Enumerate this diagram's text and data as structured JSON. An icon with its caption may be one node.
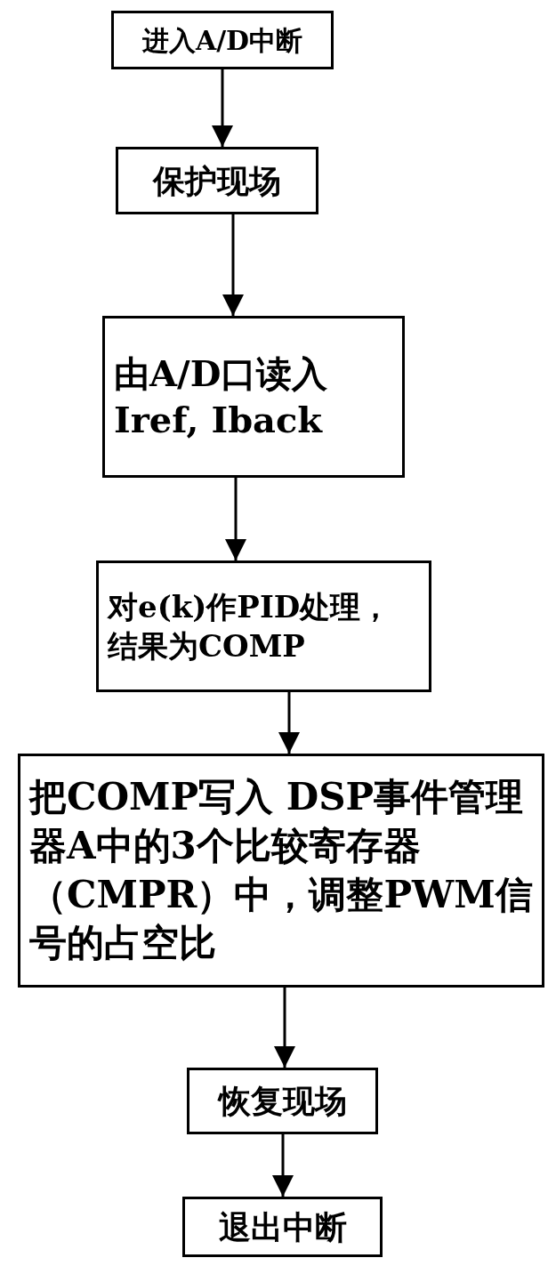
{
  "diagram": {
    "nodes": [
      {
        "text": [
          "进入A/D中断"
        ]
      },
      {
        "text": [
          "保护现场"
        ]
      },
      {
        "text": [
          "由A/D口读入Iref, Iback"
        ]
      },
      {
        "text": [
          "对e(k)作PID处理，结果为COMP"
        ]
      },
      {
        "text": [
          "把COMP写入 DSP事件管理器A中的3个比较寄存器（CMPR）中，调整PWM信号的占空比"
        ]
      },
      {
        "text": [
          "恢复现场"
        ]
      },
      {
        "text": [
          "退出中断"
        ]
      }
    ],
    "edges": [
      {
        "from": 0,
        "to": 1,
        "arrow": "to"
      },
      {
        "from": 1,
        "to": 2,
        "arrow": "to"
      },
      {
        "from": 2,
        "to": 3,
        "arrow": "to"
      },
      {
        "from": 3,
        "to": 4,
        "arrow": "to"
      },
      {
        "from": 4,
        "to": 5,
        "arrow": "to"
      },
      {
        "from": 5,
        "to": 6,
        "arrow": "to"
      }
    ]
  }
}
